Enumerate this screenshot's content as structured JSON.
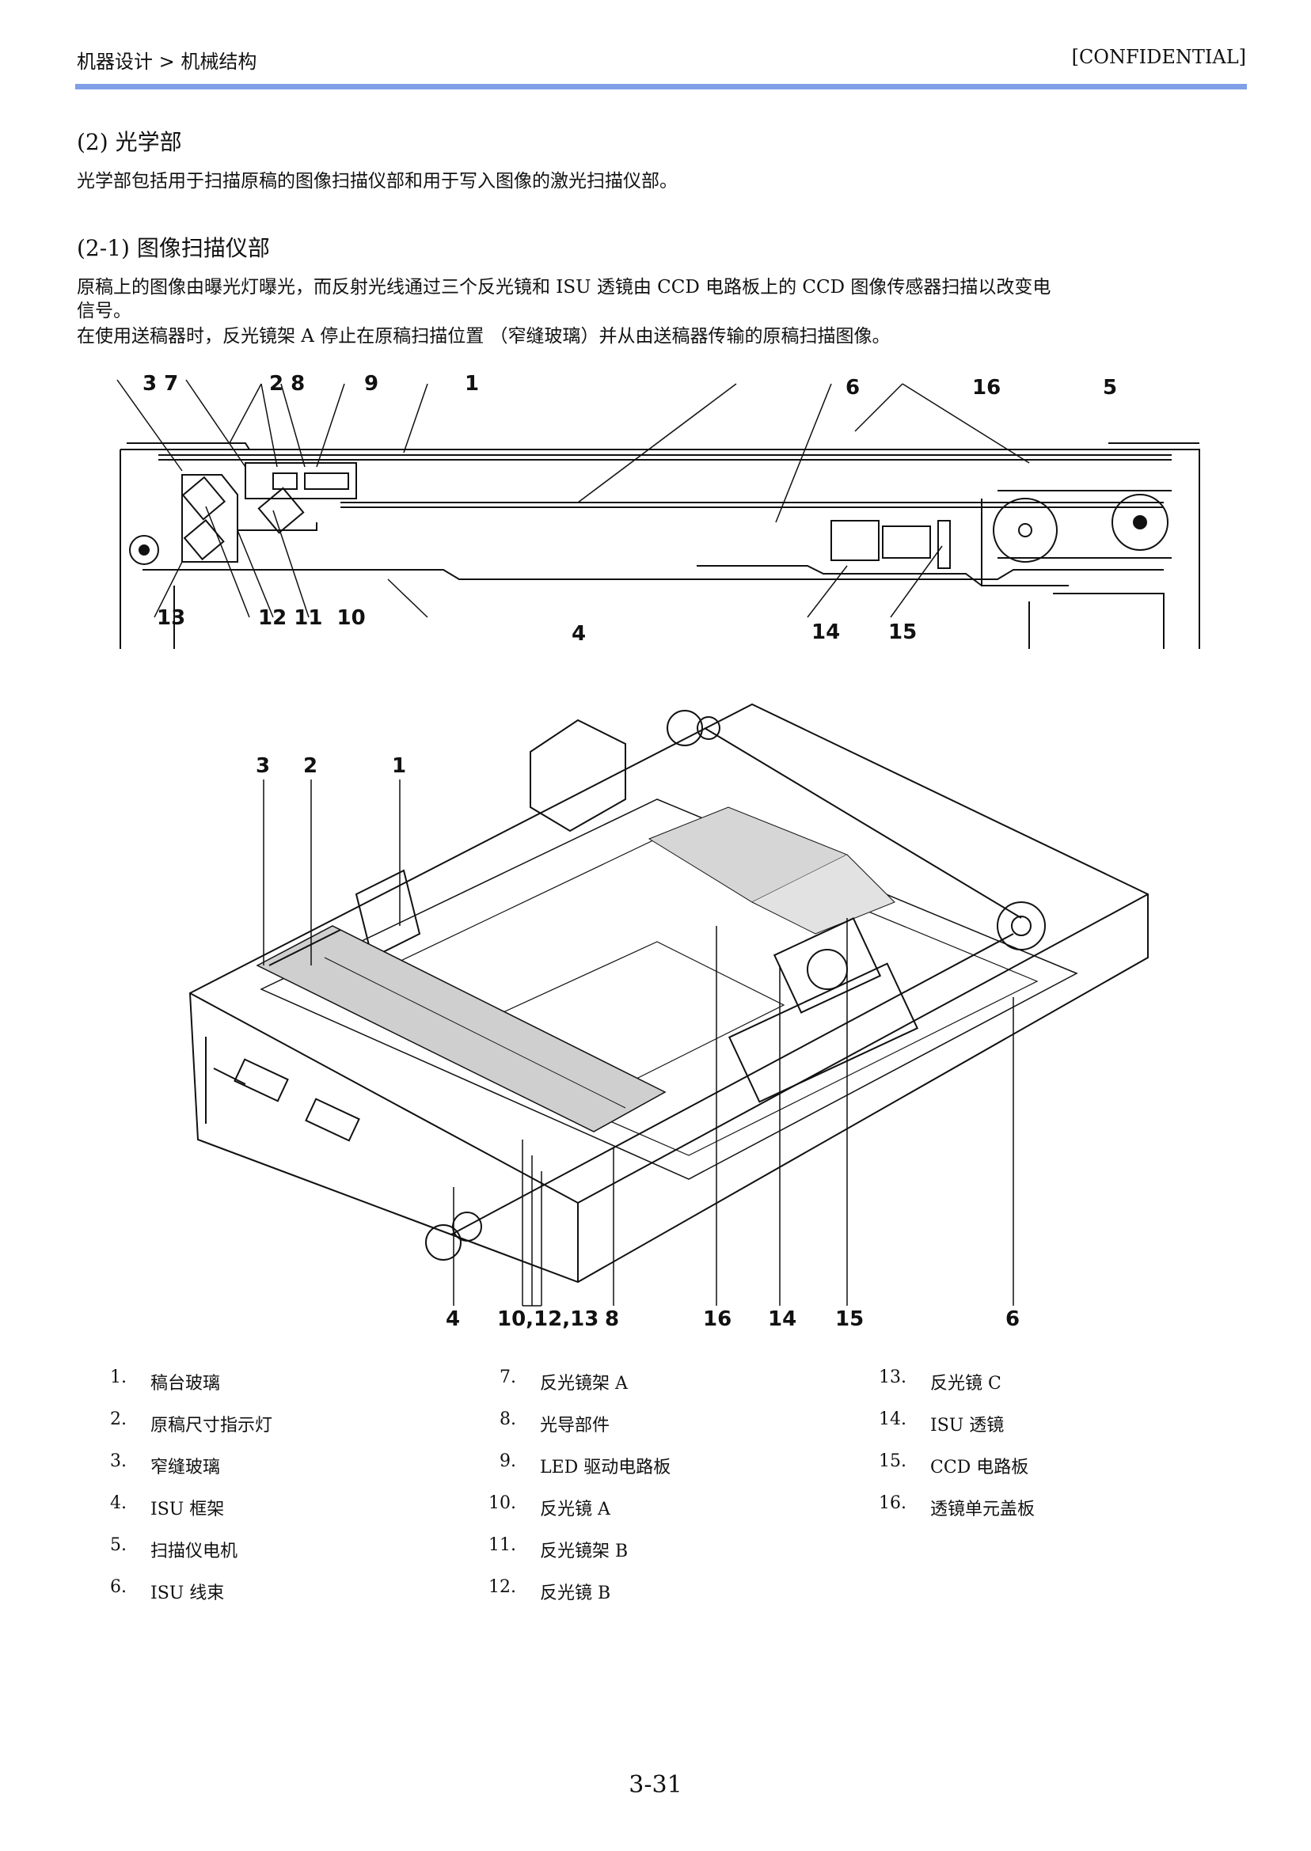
{
  "header": {
    "breadcrumb": "机器设计 > 机械结构",
    "confidential": "[CONFIDENTIAL]"
  },
  "section": {
    "title": "(2) 光学部",
    "intro": "光学部包括用于扫描原稿的图像扫描仪部和用于写入图像的激光扫描仪部。"
  },
  "subsection": {
    "title": "(2-1) 图像扫描仪部",
    "para1_line1": "原稿上的图像由曝光灯曝光，而反射光线通过三个反光镜和 ISU 透镜由 CCD 电路板上的 CCD 图像传感器扫描以改变电",
    "para1_line2": "信号。",
    "para2": "在使用送稿器时，反光镜架 A 停止在原稿扫描位置 （窄缝玻璃）并从由送稿器传输的原稿扫描图像。"
  },
  "diagram_top_labels": {
    "l37": "3 7",
    "l28": "2 8",
    "l9": "9",
    "l1": "1",
    "l6": "6",
    "l16": "16",
    "l5": "5",
    "l13": "13",
    "l121110": "12 11  10",
    "l4": "4",
    "l14": "14",
    "l15": "15"
  },
  "diagram_bottom_labels": {
    "l3": "3",
    "l2": "2",
    "l1": "1",
    "l4": "4",
    "l101213": "10,12,13",
    "l8": "8",
    "l16": "16",
    "l14": "14",
    "l15": "15",
    "l6": "6"
  },
  "legend": [
    {
      "num": "1.",
      "text": "稿台玻璃"
    },
    {
      "num": "2.",
      "text": "原稿尺寸指示灯"
    },
    {
      "num": "3.",
      "text": "窄缝玻璃"
    },
    {
      "num": "4.",
      "text": "ISU 框架"
    },
    {
      "num": "5.",
      "text": "扫描仪电机"
    },
    {
      "num": "6.",
      "text": "ISU 线束"
    },
    {
      "num": "7.",
      "text": "反光镜架 A"
    },
    {
      "num": "8.",
      "text": "光导部件"
    },
    {
      "num": "9.",
      "text": "LED 驱动电路板"
    },
    {
      "num": "10.",
      "text": "反光镜 A"
    },
    {
      "num": "11.",
      "text": "反光镜架 B"
    },
    {
      "num": "12.",
      "text": "反光镜 B"
    },
    {
      "num": "13.",
      "text": "反光镜 C"
    },
    {
      "num": "14.",
      "text": "ISU 透镜"
    },
    {
      "num": "15.",
      "text": "CCD 电路板"
    },
    {
      "num": "16.",
      "text": "透镜单元盖板"
    }
  ],
  "footer": {
    "page_number": "3-31"
  }
}
